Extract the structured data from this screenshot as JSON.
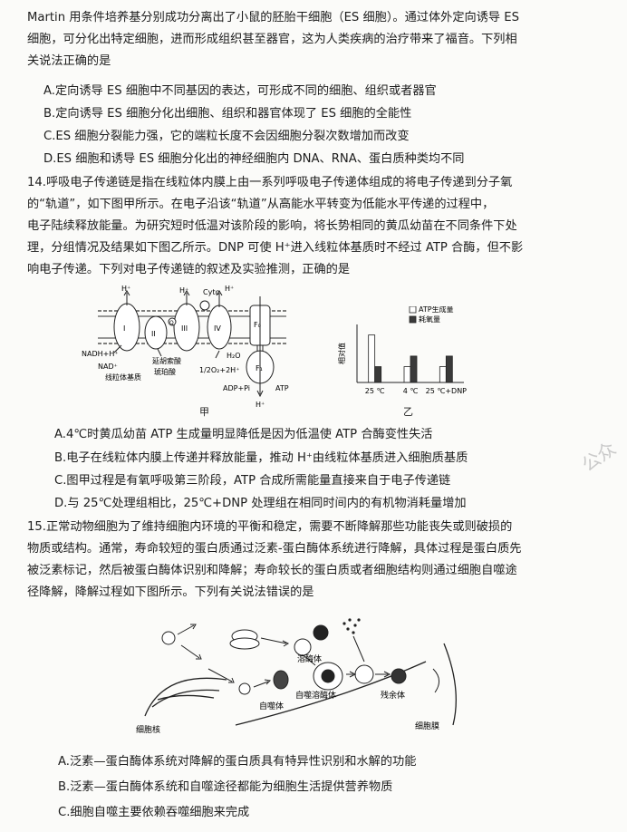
{
  "q13": {
    "stem_lines": [
      "Martin 用条件培养基分别成功分离出了小鼠的胚胎干细胞（ES 细胞）。通过体外定向诱导 ES",
      "细胞，可分化出特定细胞，进而形成组织甚至器官，这为人类疾病的治疗带来了福音。下列相",
      "关说法正确的是"
    ],
    "options": [
      "A.定向诱导 ES 细胞中不同基因的表达，可形成不同的细胞、组织或者器官",
      "B.定向诱导 ES 细胞分化出细胞、组织和器官体现了 ES 细胞的全能性",
      "C.ES 细胞分裂能力强，它的端粒长度不会因细胞分裂次数增加而改变",
      "D.ES 细胞和诱导 ES 细胞分化出的神经细胞内 DNA、RNA、蛋白质种类均不同"
    ]
  },
  "q14": {
    "stem_lines": [
      "14.呼吸电子传递链是指在线粒体内膜上由一系列呼吸电子传递体组成的将电子传递到分子氧",
      "的“轨道”，如下图甲所示。在电子沿该“轨道”从高能水平转变为低能水平传递的过程中，",
      "电子陆续释放能量。为研究短时低温对该阶段的影响，将长势相同的黄瓜幼苗在不同条件下处",
      "理，分组情况及结果如下图乙所示。DNP 可使 H⁺进入线粒体基质时不经过 ATP 合酶，但不影",
      "响电子传递。下列对电子传递链的叙述及实验推测，正确的是"
    ],
    "fig_jia": {
      "caption": "甲",
      "labels": {
        "h_top": "H⁺",
        "h_top2": "H⁺",
        "cytc": "Cytc",
        "h_top3": "H⁺",
        "nadh": "NADH+H⁺",
        "nad": "NAD⁺",
        "matrix": "线粒体基质",
        "succ1": "延胡索酸",
        "succ2": "琥珀酸",
        "o2": "1/2O₂+2H⁺",
        "h2o": "H₂O",
        "fo": "F₀",
        "f1": "F₁",
        "adp": "ADP+Pi",
        "atp": "ATP",
        "h_bottom": "H⁺",
        "c1": "I",
        "c2": "II",
        "c3": "III",
        "c4": "IV",
        "q": "Q"
      }
    },
    "chart_data": {
      "type": "bar",
      "caption": "乙",
      "ylabel": "相对值",
      "categories": [
        "25 ℃",
        "4 ℃",
        "25 ℃+DNP"
      ],
      "series": [
        {
          "name": "ATP生成量",
          "values": [
            9,
            3,
            3
          ],
          "color": "#ffffff"
        },
        {
          "name": "耗氧量",
          "values": [
            3,
            5,
            5
          ],
          "color": "#3a3a3a"
        }
      ],
      "ylim": [
        0,
        11
      ],
      "legend": "top-right"
    },
    "options": [
      "A.4℃时黄瓜幼苗 ATP 生成量明显降低是因为低温使 ATP 合酶变性失活",
      "B.电子在线粒体内膜上传递并释放能量，推动 H⁺由线粒体基质进入细胞质基质",
      "C.图甲过程是有氧呼吸第三阶段，ATP 合成所需能量直接来自于电子传递链",
      "D.与 25℃处理组相比，25℃+DNP 处理组在相同时间内的有机物消耗量增加"
    ]
  },
  "watermark": "公众",
  "q15": {
    "stem_lines": [
      "15.正常动物细胞为了维持细胞内环境的平衡和稳定，需要不断降解那些功能丧失或则破损的",
      "物质或结构。通常，寿命较短的蛋白质通过泛素-蛋白酶体系统进行降解，具体过程是蛋白质先",
      "被泛素标记，然后被蛋白酶体识别和降解；寿命较长的蛋白质或者细胞结构则通过细胞自噬途",
      "径降解，降解过程如下图所示。下列有关说法错误的是"
    ],
    "fig_labels": {
      "lysosome": "溶酶体",
      "autolysosome": "自噬溶酶体",
      "residual": "残余体",
      "autophagosome": "自噬体",
      "nucleus": "细胞核",
      "membrane": "细胞膜"
    },
    "options": [
      "A.泛素—蛋白酶体系统对降解的蛋白质具有特异性识别和水解的功能",
      "B.泛素—蛋白酶体系统和自噬途径都能为细胞生活提供营养物质",
      "C.细胞自噬主要依赖吞噬细胞来完成"
    ]
  }
}
